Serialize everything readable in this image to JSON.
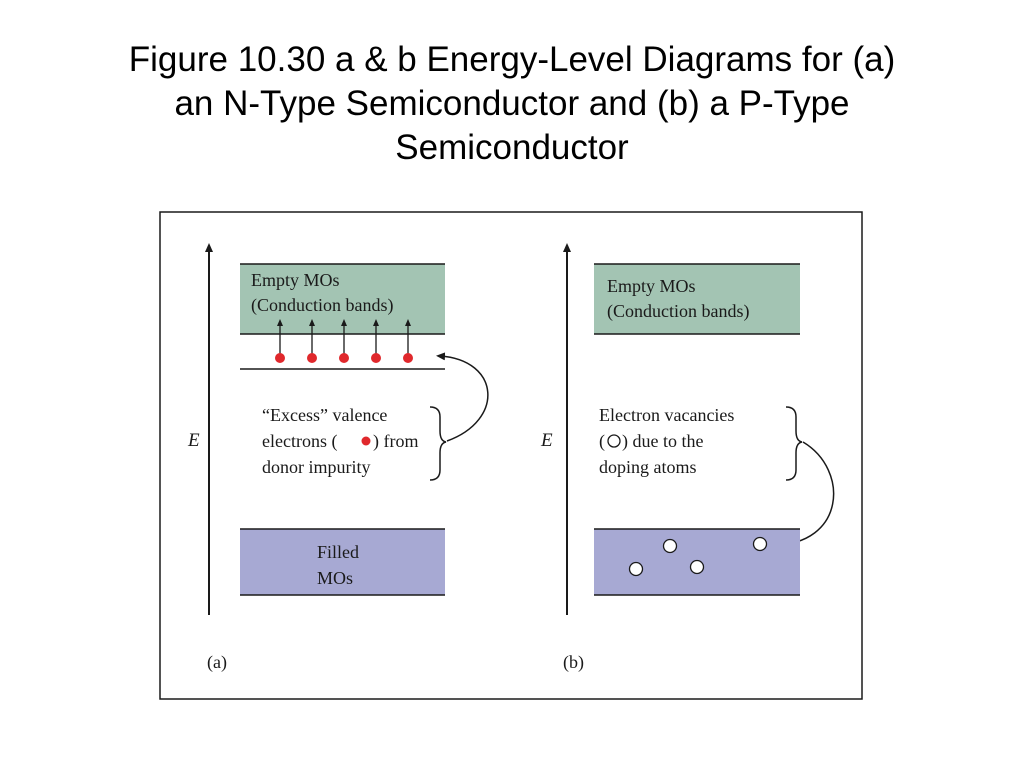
{
  "title_lines": [
    "Figure 10.30 a & b  Energy-Level Diagrams for (a)",
    "an N-Type Semiconductor and (b) a P-Type",
    "Semiconductor"
  ],
  "colors": {
    "conduction_band": "#a3c4b3",
    "valence_band": "#a7a9d3",
    "electron": "#e0282c",
    "line": "#1a1a1a"
  },
  "panel_a": {
    "axis_label": "E",
    "conduction_band_lines": [
      "Empty MOs",
      "(Conduction bands)"
    ],
    "valence_band_lines": [
      "Filled",
      "MOs"
    ],
    "annotation_lines": [
      "“Excess” valence",
      "electrons (",
      ") from",
      "donor impurity"
    ],
    "panel_label": "(a)"
  },
  "panel_b": {
    "axis_label": "E",
    "conduction_band_lines": [
      "Empty MOs",
      "(Conduction bands)"
    ],
    "annotation_lines": [
      "Electron vacancies",
      "(",
      ") due to the",
      "doping atoms"
    ],
    "panel_label": "(b)"
  }
}
